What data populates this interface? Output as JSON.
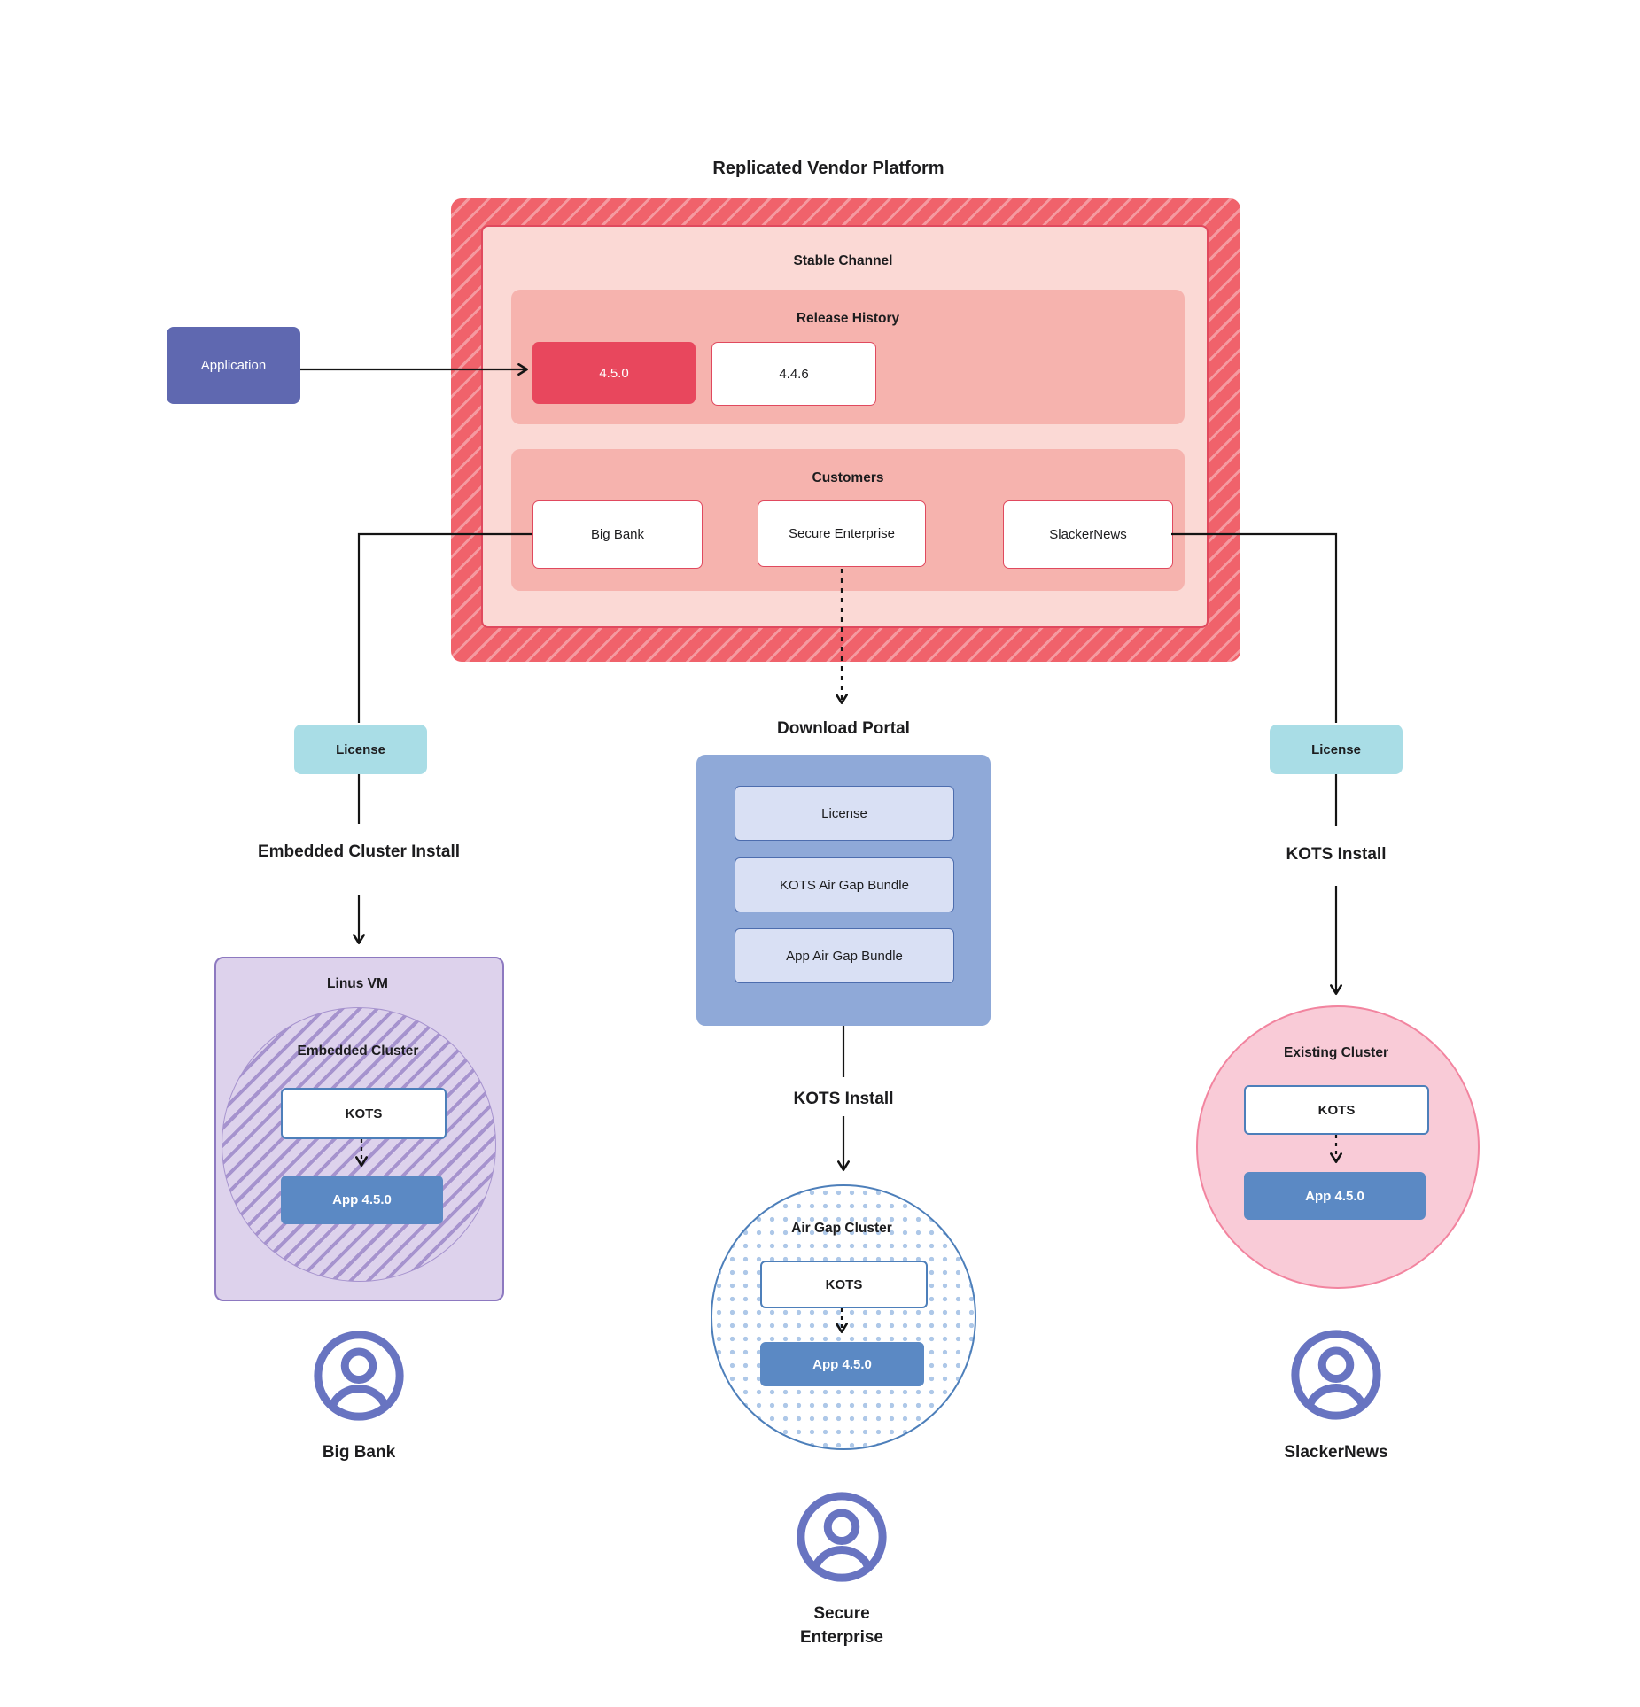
{
  "title": "Replicated Vendor Platform",
  "colors": {
    "red_base": "#f0626b",
    "red_stripe": "#f59aa0",
    "pink_light": "#fbd9d5",
    "pink_mid": "#f6b3ae",
    "release_red": "#e8475d",
    "box_border_red": "#e0495e",
    "purple_app": "#5f68b0",
    "teal": "#a9dde6",
    "vm_bg": "#ddd2ec",
    "vm_border": "#8d79c0",
    "vm_stripe": "#a693ce",
    "blue_border": "#4d7fba",
    "app_blue": "#5b89c4",
    "portal_bg": "#8fa9d8",
    "portal_item_bg": "#d9e0f4",
    "portal_item_border": "#4d6dae",
    "dot_blue": "#aec8e8",
    "pink_circle_bg": "#f9cbd7",
    "pink_circle_border": "#f2849f",
    "persona": "#6874c1",
    "line": "#141414"
  },
  "application_label": "Application",
  "platform": {
    "stable_channel_label": "Stable Channel",
    "release_history_label": "Release History",
    "releases": [
      {
        "version": "4.5.0",
        "current": true
      },
      {
        "version": "4.4.6",
        "current": false
      }
    ],
    "customers_label": "Customers",
    "customers": [
      {
        "name": "Big Bank"
      },
      {
        "name": "Secure Enterprise"
      },
      {
        "name": "SlackerNews"
      }
    ]
  },
  "flows": {
    "big_bank": {
      "license_label": "License",
      "install_label": "Embedded Cluster Install",
      "vm_title": "Linus VM",
      "cluster_title": "Embedded Cluster",
      "kots_label": "KOTS",
      "app_label": "App 4.5.0",
      "persona_label": "Big Bank"
    },
    "secure_enterprise": {
      "portal_title": "Download Portal",
      "portal_items": [
        {
          "label": "License"
        },
        {
          "label": "KOTS Air Gap Bundle"
        },
        {
          "label": "App Air Gap Bundle"
        }
      ],
      "install_label": "KOTS Install",
      "cluster_title": "Air Gap Cluster",
      "kots_label": "KOTS",
      "app_label": "App 4.5.0",
      "persona_label": "Secure Enterprise"
    },
    "slackernews": {
      "license_label": "License",
      "install_label": "KOTS Install",
      "cluster_title": "Existing Cluster",
      "kots_label": "KOTS",
      "app_label": "App 4.5.0",
      "persona_label": "SlackerNews"
    }
  }
}
